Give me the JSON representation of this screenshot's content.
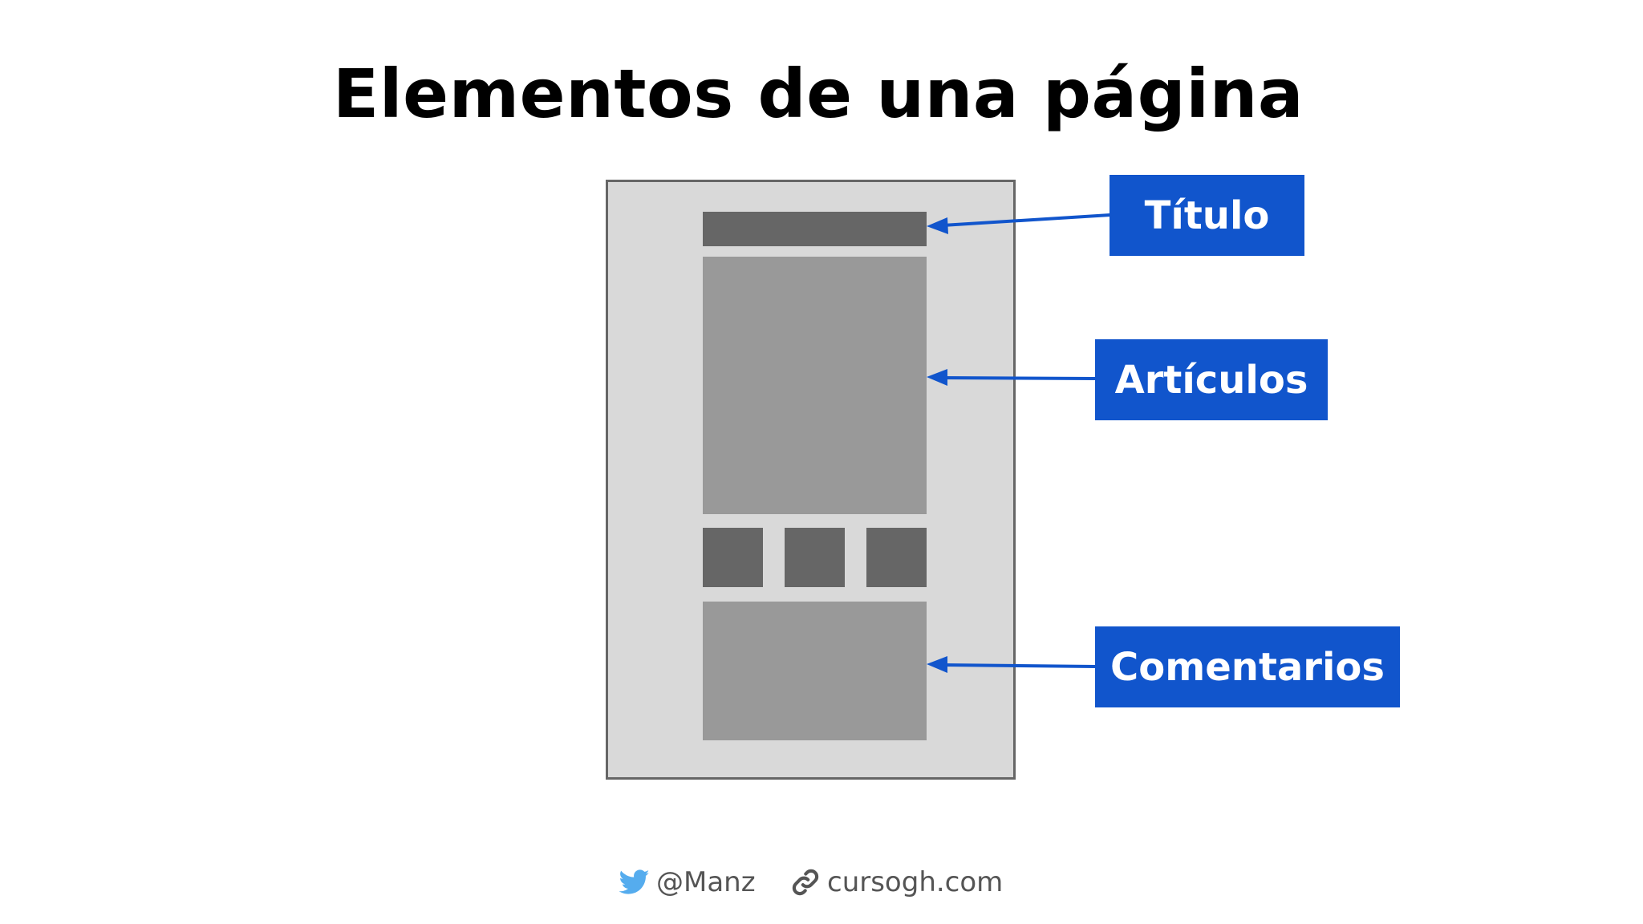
{
  "title": "Elementos de una página",
  "labels": {
    "titulo": "Título",
    "articulos": "Artículos",
    "comentarios": "Comentarios"
  },
  "footer": {
    "twitter_handle": "@Manz",
    "website": "cursogh.com"
  },
  "colors": {
    "label_background": "#1155cc",
    "arrow": "#1155cc",
    "page_background": "#d9d9d9",
    "dark_block": "#666666",
    "mid_block": "#999999",
    "twitter_blue": "#55acee"
  },
  "icons": {
    "twitter": "twitter-bird-icon",
    "link": "link-chain-icon"
  }
}
